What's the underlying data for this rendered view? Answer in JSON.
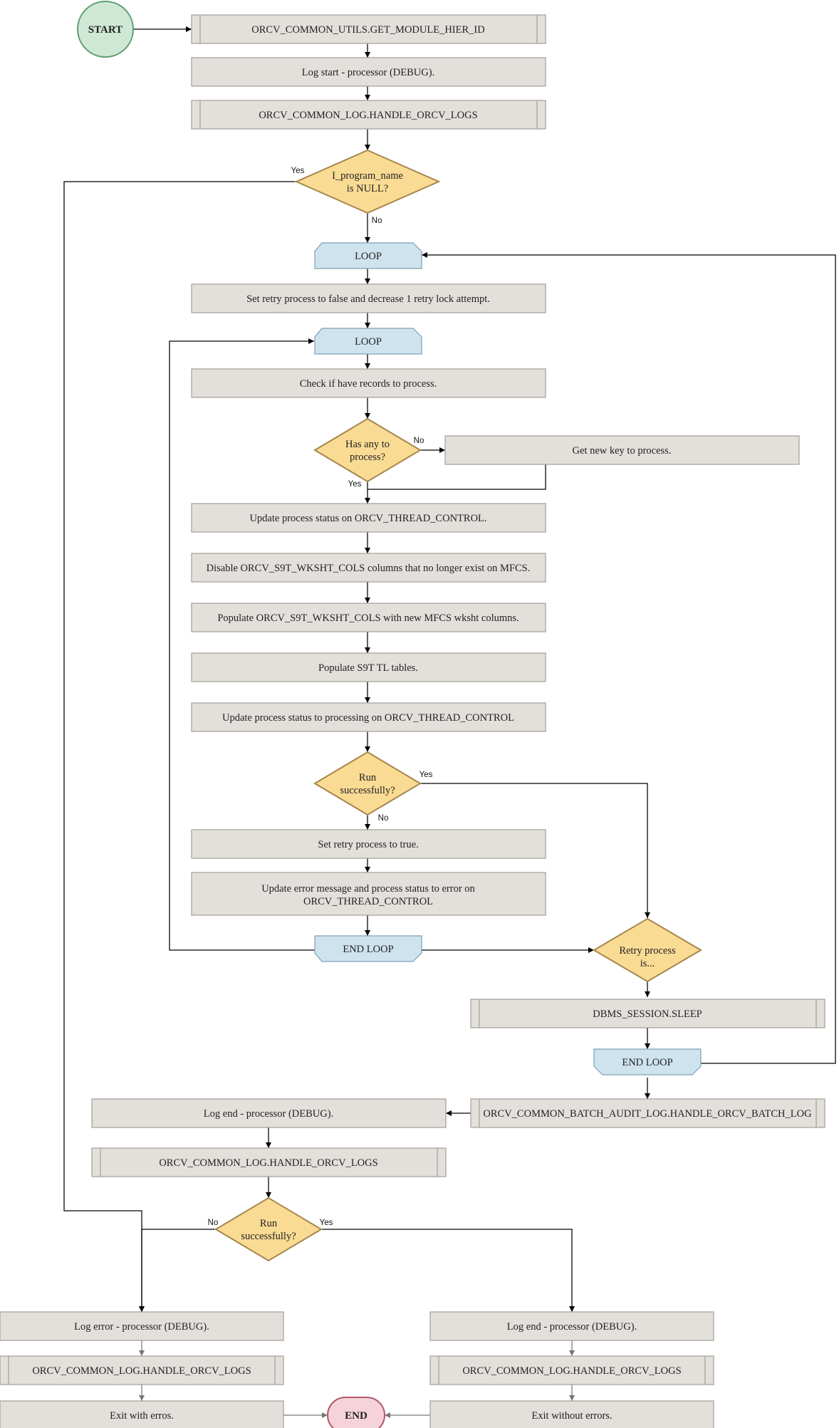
{
  "nodes": {
    "start": "START",
    "get_module_hier_id": "ORCV_COMMON_UTILS.GET_MODULE_HIER_ID",
    "log_start": "Log start - processor (DEBUG).",
    "handle_logs_1": "ORCV_COMMON_LOG.HANDLE_ORCV_LOGS",
    "program_name_null": [
      "I_program_name",
      "is NULL?"
    ],
    "loop_outer": "LOOP",
    "set_retry_false": "Set retry process to false and decrease 1 retry lock attempt.",
    "loop_inner": "LOOP",
    "check_records": "Check if have records to process.",
    "has_any": [
      "Has any to",
      "process?"
    ],
    "get_new_key": "Get new key to process.",
    "update_status": "Update process status on ORCV_THREAD_CONTROL.",
    "disable_cols": "Disable ORCV_S9T_WKSHT_COLS columns that no longer exist on MFCS.",
    "populate_cols": "Populate ORCV_S9T_WKSHT_COLS with new MFCS wksht columns.",
    "populate_tl": "Populate S9T TL tables.",
    "update_processing": "Update process status to processing on ORCV_THREAD_CONTROL",
    "run_success_1": [
      "Run",
      "successfully?"
    ],
    "set_retry_true": "Set retry process to true.",
    "update_error": [
      "Update error message and process status to error on",
      "ORCV_THREAD_CONTROL"
    ],
    "end_loop_inner": "END LOOP",
    "retry_process": [
      "Retry process",
      "is..."
    ],
    "dbms_sleep": "DBMS_SESSION.SLEEP",
    "end_loop_outer": "END LOOP",
    "batch_audit": "ORCV_COMMON_BATCH_AUDIT_LOG.HANDLE_ORCV_BATCH_LOG",
    "log_end_1": "Log end - processor (DEBUG).",
    "handle_logs_2": "ORCV_COMMON_LOG.HANDLE_ORCV_LOGS",
    "run_success_2": [
      "Run",
      "successfully?"
    ],
    "log_error": "Log error - processor (DEBUG).",
    "handle_logs_3": "ORCV_COMMON_LOG.HANDLE_ORCV_LOGS",
    "exit_errors": "Exit with erros.",
    "log_end_2": "Log end - processor (DEBUG).",
    "handle_logs_4": "ORCV_COMMON_LOG.HANDLE_ORCV_LOGS",
    "exit_ok": "Exit without errors.",
    "end": "END"
  },
  "edge_labels": {
    "null_yes": "Yes",
    "null_no": "No",
    "has_any_no": "No",
    "has_any_yes": "Yes",
    "run1_yes": "Yes",
    "run1_no": "No",
    "run2_no": "No",
    "run2_yes": "Yes"
  },
  "colors": {
    "process_fill": "#e3e0dc",
    "process_stroke": "#a39d96",
    "decision_fill": "#fadb94",
    "decision_stroke": "#a6864d",
    "loop_fill": "#cfe3ee",
    "loop_stroke": "#7ba1b7",
    "start_fill": "#cfe8d6",
    "start_stroke": "#5e9e72",
    "end_fill": "#f6d3da",
    "end_stroke": "#b25667"
  }
}
